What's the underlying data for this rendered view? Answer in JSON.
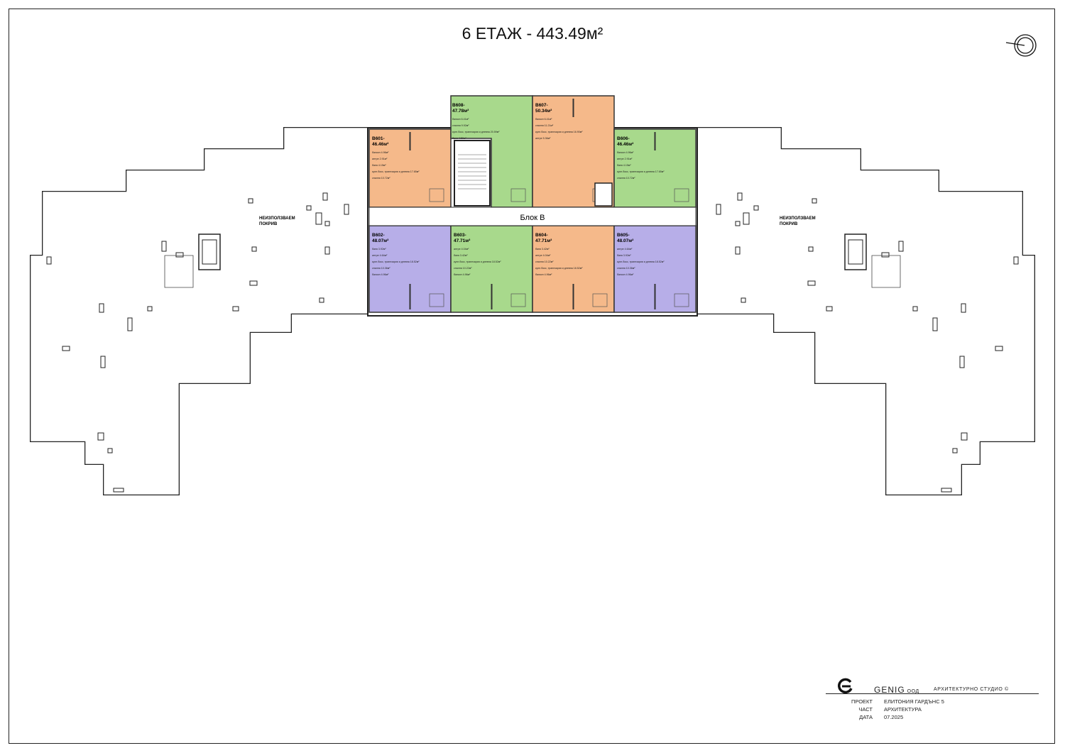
{
  "title": "6 ЕТАЖ - 443.49м²",
  "compass_icon": "north-arrow-icon",
  "roof": {
    "left_label": [
      "НЕИЗПОЛЗВАЕМ",
      "ПОКРИВ"
    ],
    "right_label": [
      "НЕИЗПОЛЗВАЕМ",
      "ПОКРИВ"
    ]
  },
  "block_label": "Блок В",
  "colors": {
    "orange": "#f5b98a",
    "green": "#a8d98c",
    "purple": "#b7aee8"
  },
  "units": [
    {
      "id": "B601-",
      "area": "46.46м²",
      "color": "orange",
      "rooms": [
        "балкон 4.96м²",
        "антре 2.91м²",
        "баня 4.15м²",
        "кухн.бокс, трапезария и дневна 17.65м²",
        "спалня 10.72м²"
      ]
    },
    {
      "id": "B608-",
      "area": "47.78м²",
      "color": "green",
      "rooms": [
        "балкон 6.41м²",
        "спалня 9.92м²",
        "кухн.бокс, трапезария и дневна 20.59м²",
        "баня 4.59м²"
      ]
    },
    {
      "id": "B607-",
      "area": "50.34м²",
      "color": "orange",
      "rooms": [
        "балкон 6.41м²",
        "спалня 11.21м²",
        "кухн.бокс, трапезария и дневна 16.90м²",
        "антре 5.36м²"
      ]
    },
    {
      "id": "B606-",
      "area": "46.46м²",
      "color": "green",
      "rooms": [
        "балкон 4.96м²",
        "антре 2.91м²",
        "баня 4.15м²",
        "кухн.бокс, трапезария и дневна 17.65м²",
        "спалня 10.72м²"
      ]
    },
    {
      "id": "B602-",
      "area": "48.07м²",
      "color": "purple",
      "rooms": [
        "баня 3.92м²",
        "антре 4.64м²",
        "кухн.бокс, трапезария и дневна 18.52м²",
        "спалня 10.36м²",
        "балкон 4.96м²"
      ]
    },
    {
      "id": "B603-",
      "area": "47.71м²",
      "color": "green",
      "rooms": [
        "антре 4.04м²",
        "баня 3.42м²",
        "кухн.бокс, трапезария и дневна 18.52м²",
        "спалня 10.22м²",
        "балкон 4.96м²"
      ]
    },
    {
      "id": "B604-",
      "area": "47.71м²",
      "color": "orange",
      "rooms": [
        "баня 3.42м²",
        "антре 4.04м²",
        "спалня 10.22м²",
        "кухн.бокс, трапезария и дневна 18.52м²",
        "балкон 4.96м²"
      ]
    },
    {
      "id": "B605-",
      "area": "48.07м²",
      "color": "purple",
      "rooms": [
        "антре 4.64м²",
        "баня 3.92м²",
        "кухн.бокс, трапезария и дневна 18.52м²",
        "спалня 10.36м²",
        "балкон 4.96м²"
      ]
    }
  ],
  "title_block": {
    "logo": "G",
    "brand": "GENIG",
    "brand_suffix": "ООД",
    "studio": "АРХИТЕКТУРНО СТУДИО ©",
    "rows": [
      {
        "key": "ПРОЕКТ",
        "value": "ЕЛИТОНИЯ ГАРДЪНС 5"
      },
      {
        "key": "ЧАСТ",
        "value": "АРХИТЕКТУРА"
      },
      {
        "key": "ДАТА",
        "value": "07.2025"
      }
    ]
  }
}
